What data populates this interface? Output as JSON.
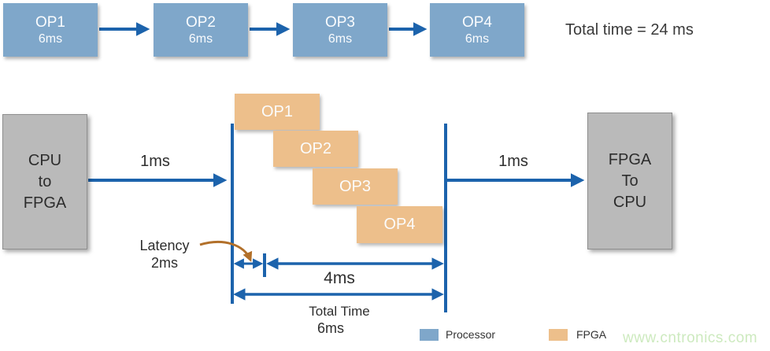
{
  "sequential": {
    "boxes": [
      {
        "label": "OP1",
        "time": "6ms"
      },
      {
        "label": "OP2",
        "time": "6ms"
      },
      {
        "label": "OP3",
        "time": "6ms"
      },
      {
        "label": "OP4",
        "time": "6ms"
      }
    ],
    "total_text": "Total time = 24 ms"
  },
  "pipelined": {
    "input_box": {
      "line1": "CPU",
      "line2": "to",
      "line3": "FPGA"
    },
    "output_box": {
      "line1": "FPGA",
      "line2": "To",
      "line3": "CPU"
    },
    "input_transfer_label": "1ms",
    "output_transfer_label": "1ms",
    "ops": [
      {
        "label": "OP1"
      },
      {
        "label": "OP2"
      },
      {
        "label": "OP3"
      },
      {
        "label": "OP4"
      }
    ],
    "latency_label": "Latency",
    "latency_value": "2ms",
    "pipeline_span_label": "4ms",
    "total_label": "Total Time",
    "total_value": "6ms"
  },
  "legend": {
    "items": [
      {
        "label": "Processor",
        "color": "#7FA7CA"
      },
      {
        "label": "FPGA",
        "color": "#EDBF8B"
      }
    ]
  },
  "watermark": "www.cntronics.com",
  "colors": {
    "processor_box": "#7FA7CA",
    "fpga_box": "#EDBF8B",
    "transfer_box": "#BABABA",
    "arrow": "#1C63AC",
    "latency_pointer": "#B2702A",
    "watermark": "#CDEABF"
  }
}
